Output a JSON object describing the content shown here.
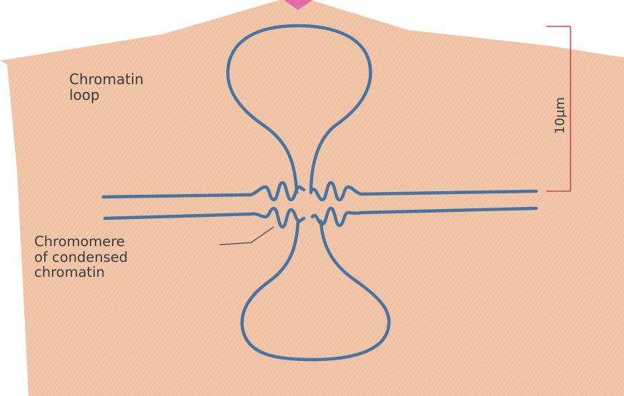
{
  "diagram": {
    "labels": {
      "chromatin_loop": [
        "Chromatin",
        "loop"
      ],
      "chromomere": [
        "Chromomere",
        "of condensed",
        "chromatin"
      ],
      "scale_bar": "10µm"
    },
    "colors": {
      "paper": "#f1c6a8",
      "paper_texture": "#d8a98a",
      "strand": "#4a74a0",
      "scale_bar": "#d7444e",
      "label_text": "#3a3a3e",
      "leader_line": "#444444",
      "marker": "#e56aa8"
    }
  }
}
